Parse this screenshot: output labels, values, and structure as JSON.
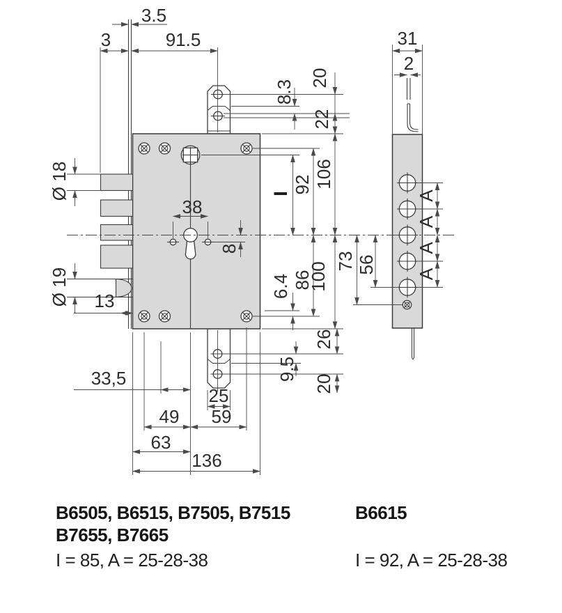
{
  "drawing": {
    "title_implied": "lock case dimensional drawing",
    "colors": {
      "body_fill": "#d9d9d9",
      "line": "#3c3c3c",
      "dim_line": "#4a4a4a",
      "text": "#222222",
      "background": "#ffffff"
    },
    "dimensions": {
      "plate_protrusion": "3.5",
      "gap_3": "3",
      "backset_91_5": "91.5",
      "hole_offset_8_3": "8.3",
      "tab_holes_20": "20",
      "tab_to_edge_22": "22",
      "top_to_axis_106": "106",
      "screws_to_axis_92": "92",
      "interaxis_label": "I",
      "axis_to_bottom_100": "100",
      "axis_to_screws_86": "86",
      "offset_6_4": "6.4",
      "hole_offset_9_5": "9.5",
      "edge_to_hole_26": "26",
      "bottom_tab_holes_20": "20",
      "deadbolt_dia": "Ø 18",
      "latch_dia": "Ø 19",
      "latch_throw_13": "13",
      "cylinder_holes_38": "38",
      "axis_offset_8": "8",
      "dim_33_5": "33,5",
      "tab_width_25": "25",
      "dim_49": "49",
      "dim_59": "59",
      "dim_63": "63",
      "body_width_136": "136",
      "faceplate_width_31": "31",
      "faceplate_thk_2": "2",
      "axis_to_screw_73": "73",
      "axis_to_hole_56": "56",
      "hole_pitch_label": "A"
    },
    "captions": {
      "left_models_line1": "B6505, B6515, B7505, B7515",
      "left_models_line2": "B7655, B7665",
      "left_spec": "I = 85,  A = 25-28-38",
      "right_model": "B6615",
      "right_spec": "I = 92,  A = 25-28-38"
    }
  }
}
